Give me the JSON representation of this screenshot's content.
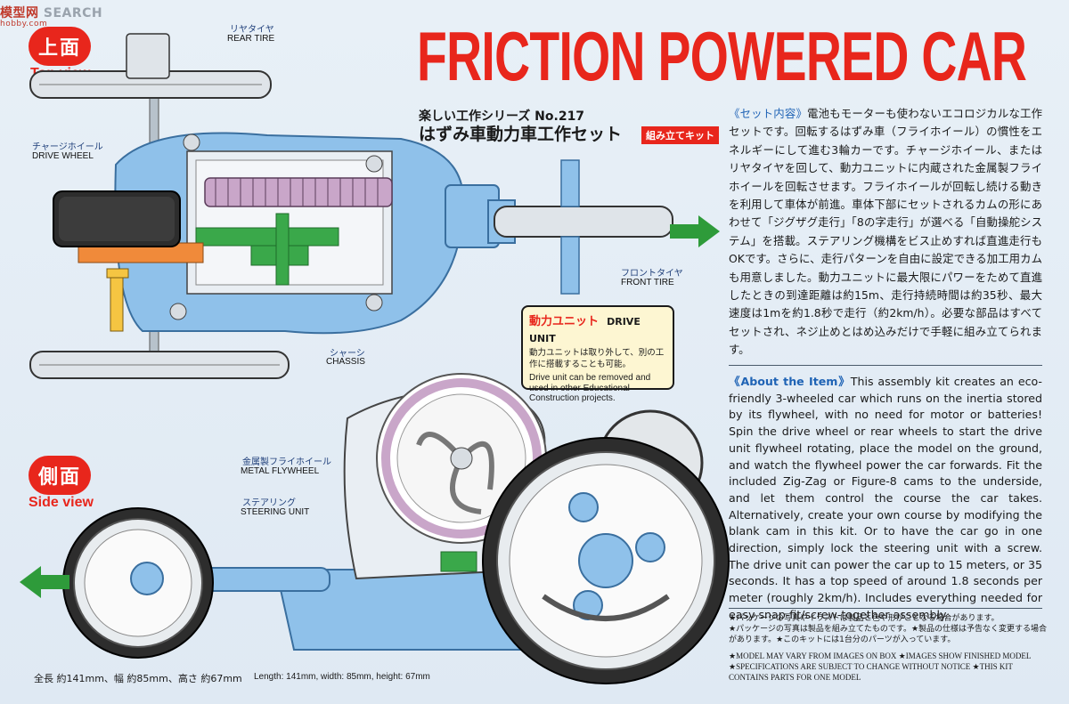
{
  "watermark": {
    "brand_a": "模型网",
    "brand_b": "SEARCH",
    "url": "hobby.com"
  },
  "title": "FRICTION POWERED CAR",
  "series": "楽しい工作シリーズ No.217",
  "kit_name": "はずみ車動力車工作セット",
  "kit_tag": "組み立てキット",
  "views": {
    "top": {
      "badge": "上面",
      "label": "Top view"
    },
    "side": {
      "badge": "側面",
      "label": "Side view"
    }
  },
  "callouts": {
    "rear_tire": {
      "ja": "リヤタイヤ",
      "en": "REAR TIRE"
    },
    "drive_wheel": {
      "ja": "チャージホイール",
      "en": "DRIVE WHEEL"
    },
    "front_tire": {
      "ja": "フロントタイヤ",
      "en": "FRONT TIRE"
    },
    "chassis": {
      "ja": "シャーシ",
      "en": "CHASSIS"
    },
    "metal_flywheel": {
      "ja": "金属製フライホイール",
      "en": "METAL FLYWHEEL"
    },
    "steering_unit": {
      "ja": "ステアリング",
      "en": "STEERING UNIT"
    }
  },
  "drive_unit": {
    "head_ja": "動力ユニット",
    "head_en": "DRIVE UNIT",
    "text_ja": "動力ユニットは取り外して、別の工作に搭載することも可能。",
    "text_en": "Drive unit can be removed and used in other Educational Construction projects."
  },
  "description_ja": {
    "heading": "《セット内容》",
    "body": "電池もモーターも使わないエコロジカルな工作セットです。回転するはずみ車（フライホイール）の慣性をエネルギーにして進む3輪カーです。チャージホイール、またはリヤタイヤを回して、動力ユニットに内蔵された金属製フライホイールを回転させます。フライホイールが回転し続ける動きを利用して車体が前進。車体下部にセットされるカムの形にあわせて「ジグザグ走行」「8の字走行」が選べる「自動操舵システム」を搭載。ステアリング機構をビス止めすれば直進走行もOKです。さらに、走行パターンを自由に設定できる加工用カムも用意しました。動力ユニットに最大限にパワーをためて直進したときの到達距離は約15m、走行持続時間は約35秒、最大速度は1mを約1.8秒で走行（約2km/h）。必要な部品はすべてセットされ、ネジ止めとはめ込みだけで手軽に組み立てられます。"
  },
  "description_en": {
    "heading": "《About the Item》",
    "body": "This assembly kit creates an eco-friendly 3-wheeled car which runs on the inertia stored by its flywheel, with no need for motor or batteries! Spin the drive wheel or rear wheels to start the drive unit flywheel rotating, place the model on the ground, and watch the flywheel power the car forwards. Fit the included Zig-Zag or Figure-8 cams to the underside, and let them control the course the car takes. Alternatively, create your own course by modifying the blank cam in this kit. Or to have the car go in one direction, simply lock the steering unit with a screw. The drive unit can power the car up to 15 meters, or 35 seconds. It has a top speed of around 1.8 seconds per meter (roughly 2km/h). Includes everything needed for easy snap-fit/screw-together assembly."
  },
  "notes_ja": [
    "★パッケージの写真やイラストは製品と色や形がことなる場合があります。",
    "★パッケージの写真は製品を組み立てたものです。★製品の仕様は予告なく変更する場合があります。★このキットには1台分のパーツが入っています。"
  ],
  "notes_en": [
    "★MODEL MAY VARY FROM IMAGES ON BOX ★IMAGES SHOW FINISHED MODEL ★SPECIFICATIONS ARE SUBJECT TO CHANGE WITHOUT NOTICE ★THIS KIT CONTAINS PARTS FOR ONE MODEL"
  ],
  "dimensions": {
    "ja": "全長 約141mm、幅 約85mm、高さ 約67mm",
    "en": "Length: 141mm, width: 85mm, height: 67mm"
  },
  "colors": {
    "title_red": "#e8261c",
    "chassis_blue": "#8fc1ea",
    "arrow_green": "#2e9b3a",
    "heading_blue": "#1f63b5",
    "gear_green": "#3aa84a",
    "flywheel_pink": "#c9a6c9"
  },
  "icons": [
    "green-arrow-right-icon",
    "green-arrow-left-icon"
  ]
}
